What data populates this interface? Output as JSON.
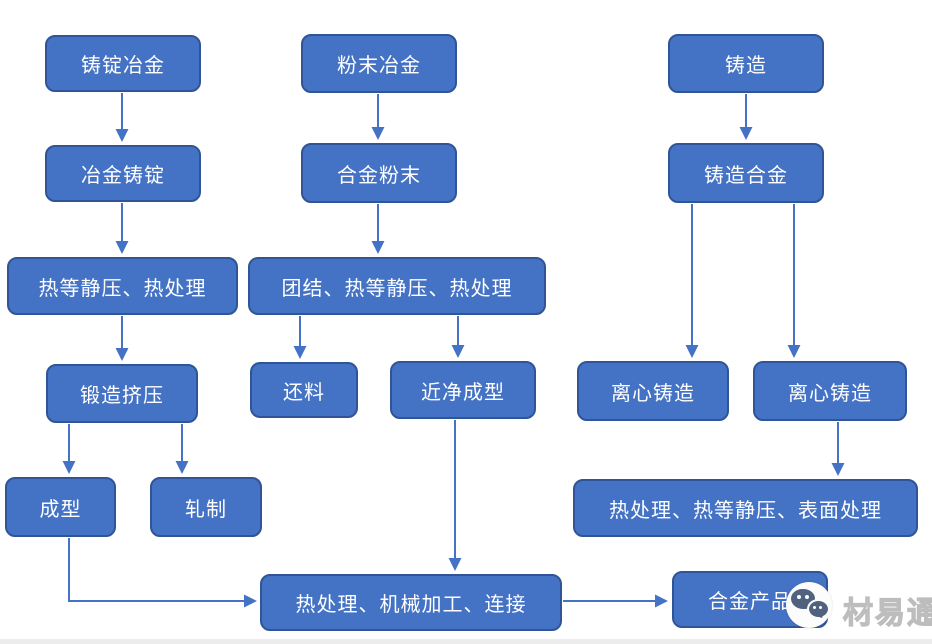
{
  "diagram_title": "alloy-processing-flowchart",
  "colors": {
    "node_fill": "#4472C4",
    "node_border": "#2F5597",
    "arrow": "#4472C4",
    "node_text": "#FFFFFF",
    "watermark_text_color": "#C9C9C9"
  },
  "nodes": [
    {
      "label": "铸锭冶金"
    },
    {
      "label": "粉末冶金"
    },
    {
      "label": "铸造"
    },
    {
      "label": "冶金铸锭"
    },
    {
      "label": "合金粉末"
    },
    {
      "label": "铸造合金"
    },
    {
      "label": "热等静压、热处理"
    },
    {
      "label": "团结、热等静压、热处理"
    },
    {
      "label": "锻造挤压"
    },
    {
      "label": "还料"
    },
    {
      "label": "近净成型"
    },
    {
      "label": "离心铸造"
    },
    {
      "label": "离心铸造"
    },
    {
      "label": "成型"
    },
    {
      "label": "轧制"
    },
    {
      "label": "热处理、热等静压、表面处理"
    },
    {
      "label": "热处理、机械加工、连接"
    },
    {
      "label": "合金产品"
    }
  ],
  "watermark": {
    "text": "材易通",
    "icon": "wechat-icon"
  }
}
